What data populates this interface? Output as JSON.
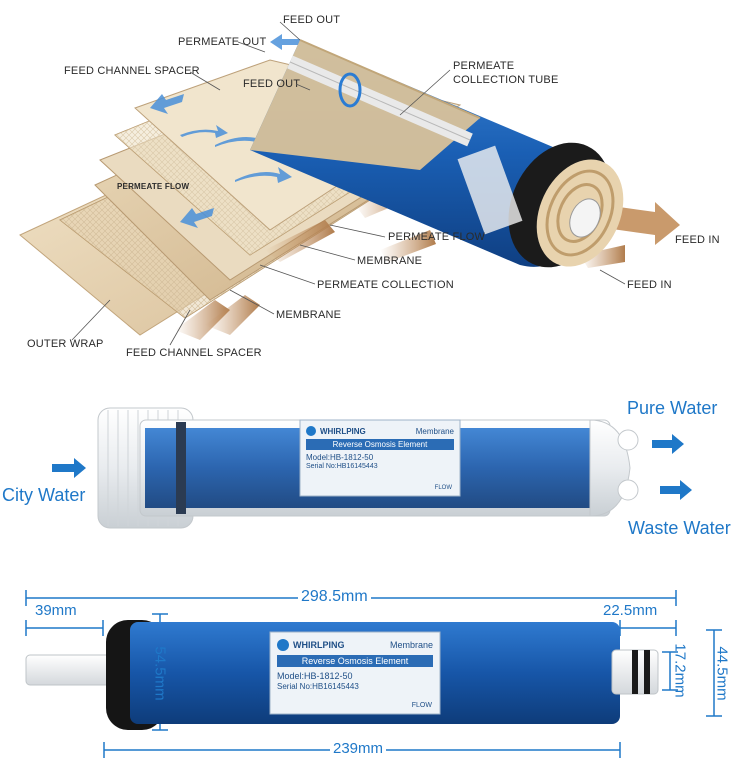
{
  "exploded_view": {
    "labels": {
      "feed_out_top": "FEED OUT",
      "permeate_out": "PERMEATE OUT",
      "feed_channel_spacer_top": "FEED CHANNEL SPACER",
      "feed_out_mid": "FEED OUT",
      "permeate_collection_tube_1": "PERMEATE",
      "permeate_collection_tube_2": "COLLECTION TUBE",
      "permeate_flow_left": "PERMEATE FLOW",
      "permeate_flow_right": "PERMEATE FLOW",
      "membrane_upper": "MEMBRANE",
      "permeate_collection": "PERMEATE COLLECTION",
      "membrane_lower": "MEMBRANE",
      "outer_wrap": "OUTER WRAP",
      "feed_channel_spacer_bottom": "FEED CHANNEL SPACER",
      "feed_in_upper": "FEED IN",
      "feed_in_lower": "FEED IN"
    }
  },
  "flow_view": {
    "pure_water": "Pure Water",
    "city_water": "City Water",
    "waste_water": "Waste Water"
  },
  "product_label": {
    "brand": "WHIRLPING",
    "type": "Membrane",
    "title": "Reverse Osmosis Element",
    "model": "Model:HB-1812-50",
    "serial": "Serial No:HB16145443",
    "flow": "FLOW"
  },
  "dimensions": {
    "total_length": "298.5mm",
    "cap_length": "39mm",
    "end_length": "22.5mm",
    "cap_diameter": "54.5mm",
    "end_diameter": "17.2mm",
    "body_diameter": "44.5mm",
    "body_length": "239mm"
  },
  "colors": {
    "accent_blue": "#1f78c8",
    "membrane_blue": "#1c5fb0",
    "layer_tan": "#e6d3b3"
  }
}
